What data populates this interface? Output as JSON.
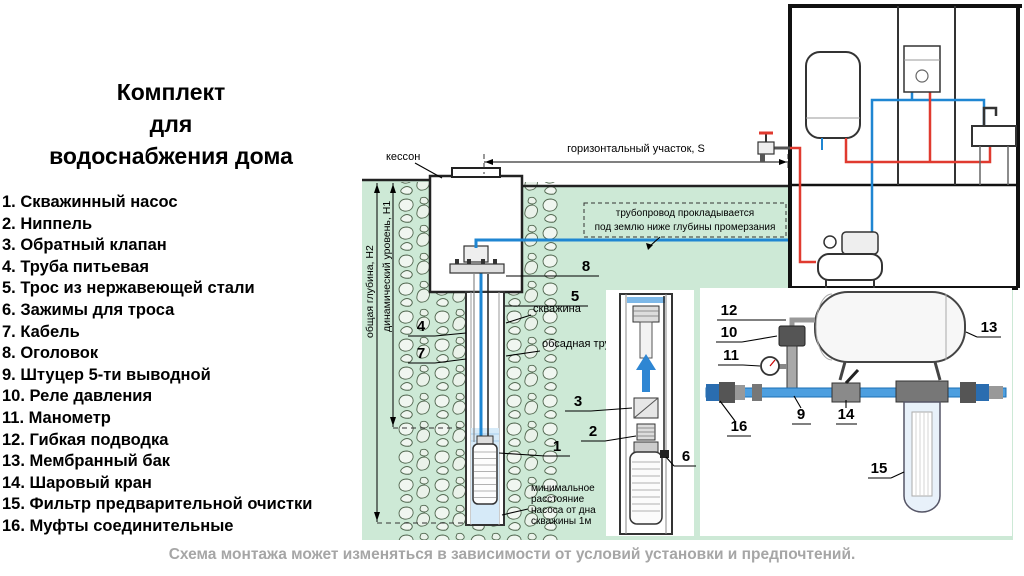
{
  "title": {
    "lines": [
      "Комплект",
      "для",
      "водоснабжения дома"
    ]
  },
  "parts_list": [
    "1. Скважинный насос",
    "2. Ниппель",
    "3. Обратный клапан",
    "4. Труба питьевая",
    "5. Трос из нержавеющей стали",
    "6. Зажимы для троса",
    "7. Кабель",
    "8. Оголовок",
    "9. Штуцер 5-ти выводной",
    "10. Реле давления",
    "11. Манометр",
    "12. Гибкая подводка",
    "13. Мембранный бак",
    "14. Шаровый кран",
    "15. Фильтр предварительной очистки",
    "16. Муфты соединительные"
  ],
  "diagram": {
    "labels": {
      "kesson": "кессон",
      "horizontal_section": "горизонтальный участок, S",
      "pipeline_note": [
        "трубопровод прокладывается",
        "под землю ниже глубины промерзания"
      ],
      "total_depth": "общая глубина, Н2",
      "dynamic_level": "динамический уровень, Н1",
      "well": "скважина",
      "casing": "обсадная труба",
      "min_distance": [
        "минимальное",
        "расстояние",
        "насоса от дна",
        "скважины 1м"
      ]
    },
    "callouts": {
      "n1": "1",
      "n2": "2",
      "n3": "3",
      "n4": "4",
      "n5": "5",
      "n6": "6",
      "n7": "7",
      "n8": "8",
      "n9": "9",
      "n10": "10",
      "n11": "11",
      "n12": "12",
      "n13": "13",
      "n14": "14",
      "n15": "15",
      "n16": "16"
    }
  },
  "footer": {
    "note": "Схема монтажа может изменяться в зависимости от условий установки и предпочтений."
  },
  "colors": {
    "ground_green": "#cde9d6",
    "water": "#d6eaf8",
    "pipe_cold": "#1f86d2",
    "pipe_hot": "#e03a2f",
    "footer_text": "#a6a6a6"
  }
}
